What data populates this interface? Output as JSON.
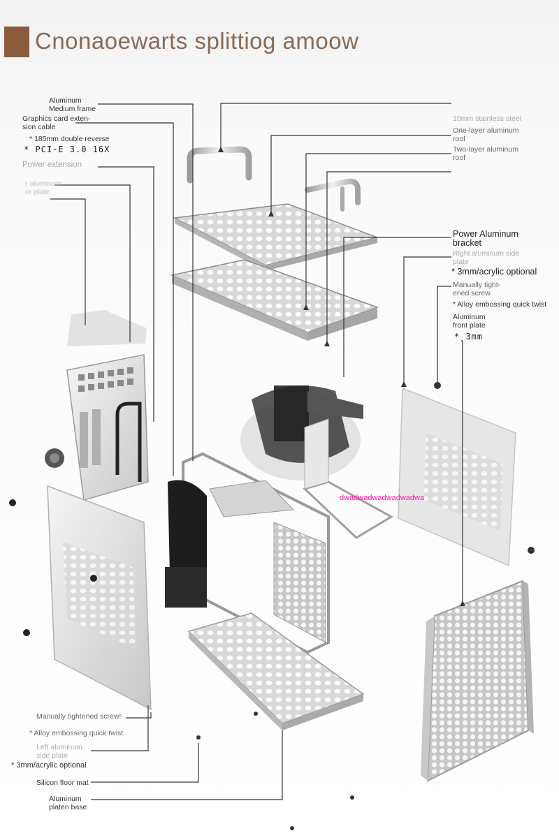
{
  "title": "Cnonaoewarts splittiog amoow",
  "colors": {
    "accent": "#8a5a3c",
    "watermark": "#ff1aa6",
    "metal": "#c9c9c9",
    "line": "#333333"
  },
  "labels": {
    "aluminum_medium_frame": [
      "Aluminum",
      "Medium frame"
    ],
    "graphics_card_cable": [
      "Graphics card exten-",
      "sion cable"
    ],
    "double_reverse": "* 185mm double reverse",
    "pcie": "* PCI-E 3.0 16X",
    "power_extension": "Power extension",
    "left_smudge": [
      "r aluminum",
      "re plate"
    ],
    "stainless": "10mm stainless steel",
    "one_layer_roof": [
      "One-layer aluminum",
      "roof"
    ],
    "two_layer": [
      "Two-layer aluminum",
      "roof"
    ],
    "power_bracket": [
      "Power Aluminum",
      "bracket"
    ],
    "right_side_plate": [
      "Right aluminum side",
      "plate"
    ],
    "acrylic_right": "* 3mm/acrylic optional",
    "manually_tightened_right": [
      "Manually tight-",
      "ened screw"
    ],
    "alloy_right": "* Alloy embossing quick twist",
    "aluminum_front_plate": [
      "Aluminum",
      "front plate"
    ],
    "three_mm": "* 3mm",
    "watermark": "dwadwadwadwadwadwa",
    "manually_tightened_left": "Manually tightened screw!",
    "alloy_left": "* Alloy embossing quick twist",
    "left_side_plate": [
      "Left aluminum",
      "side plate"
    ],
    "acrylic_left": "* 3mm/acrylic optional",
    "silicon_floor_mat": "Silicon floor mat",
    "aluminum_platen_base": [
      "Aluminum",
      "platen base"
    ]
  }
}
